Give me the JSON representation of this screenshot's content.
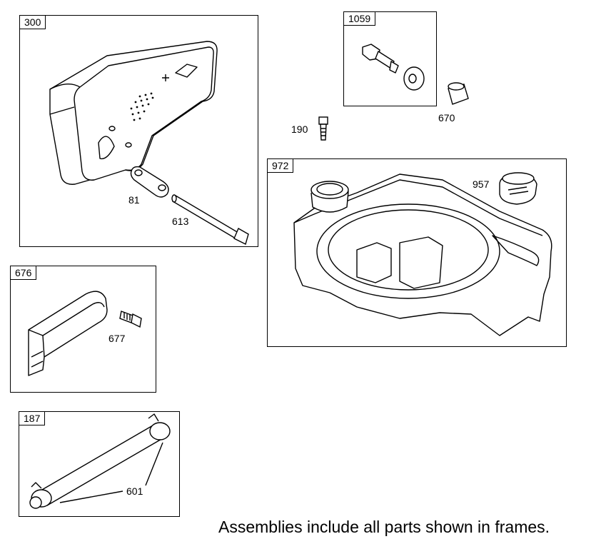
{
  "frames": {
    "muffler": {
      "tag": "300"
    },
    "bolt_kit": {
      "tag": "1059"
    },
    "fuel_tank": {
      "tag": "972"
    },
    "guard": {
      "tag": "676"
    },
    "fuel_line": {
      "tag": "187"
    }
  },
  "callouts": {
    "gasket": "81",
    "muffler_screw": "613",
    "spacer": "670",
    "fitting": "190",
    "fuel_cap": "957",
    "guard_screw": "677",
    "clamp": "601"
  },
  "footer": {
    "note": "Assemblies include all parts shown in frames."
  }
}
